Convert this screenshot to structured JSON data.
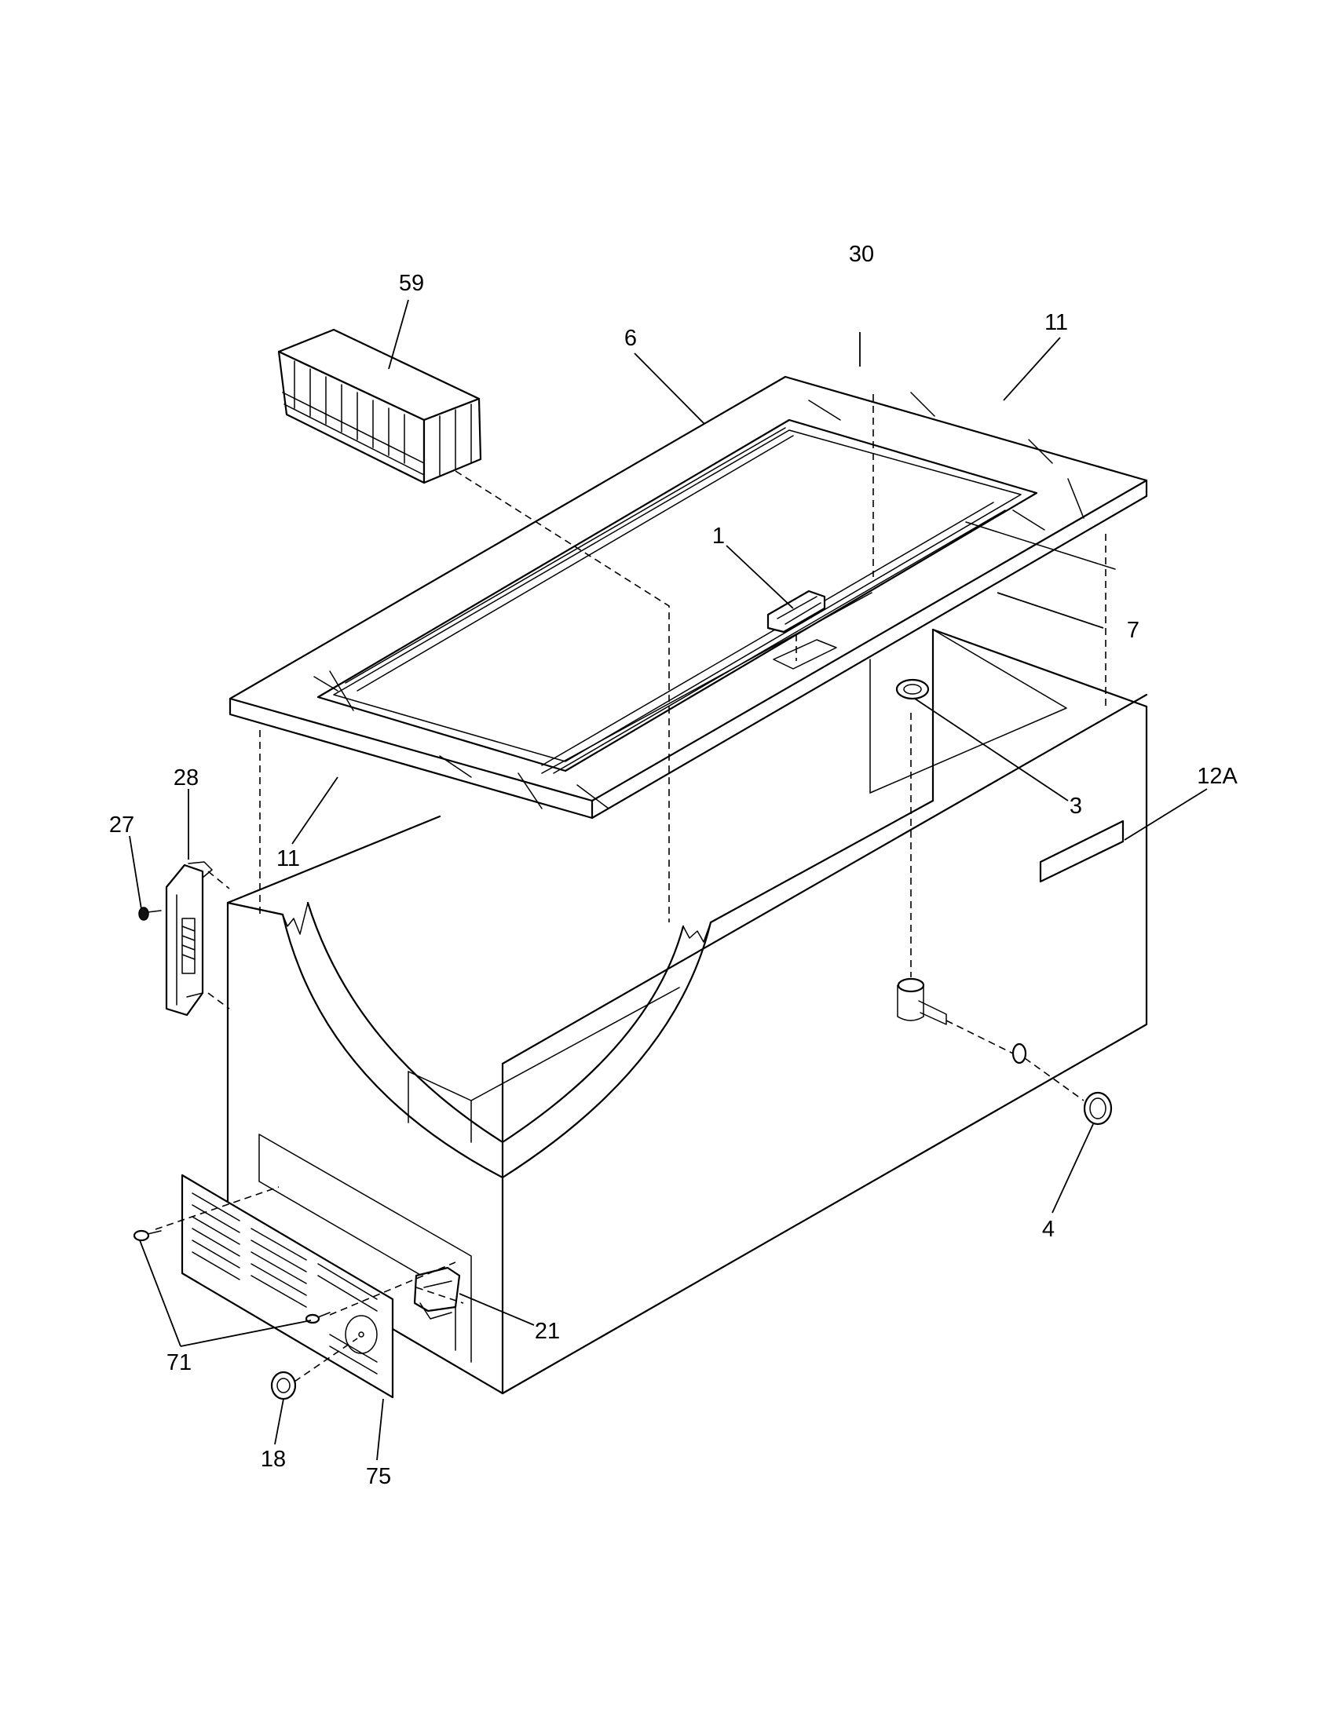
{
  "diagram": {
    "callouts": [
      {
        "id": "1",
        "label": "1"
      },
      {
        "id": "3",
        "label": "3"
      },
      {
        "id": "4",
        "label": "4"
      },
      {
        "id": "6",
        "label": "6"
      },
      {
        "id": "7",
        "label": "7"
      },
      {
        "id": "11a",
        "label": "11"
      },
      {
        "id": "11b",
        "label": "11"
      },
      {
        "id": "12A",
        "label": "12A"
      },
      {
        "id": "18",
        "label": "18"
      },
      {
        "id": "21",
        "label": "21"
      },
      {
        "id": "27",
        "label": "27"
      },
      {
        "id": "28",
        "label": "28"
      },
      {
        "id": "30",
        "label": "30"
      },
      {
        "id": "59",
        "label": "59"
      },
      {
        "id": "71",
        "label": "71"
      },
      {
        "id": "75",
        "label": "75"
      }
    ]
  }
}
